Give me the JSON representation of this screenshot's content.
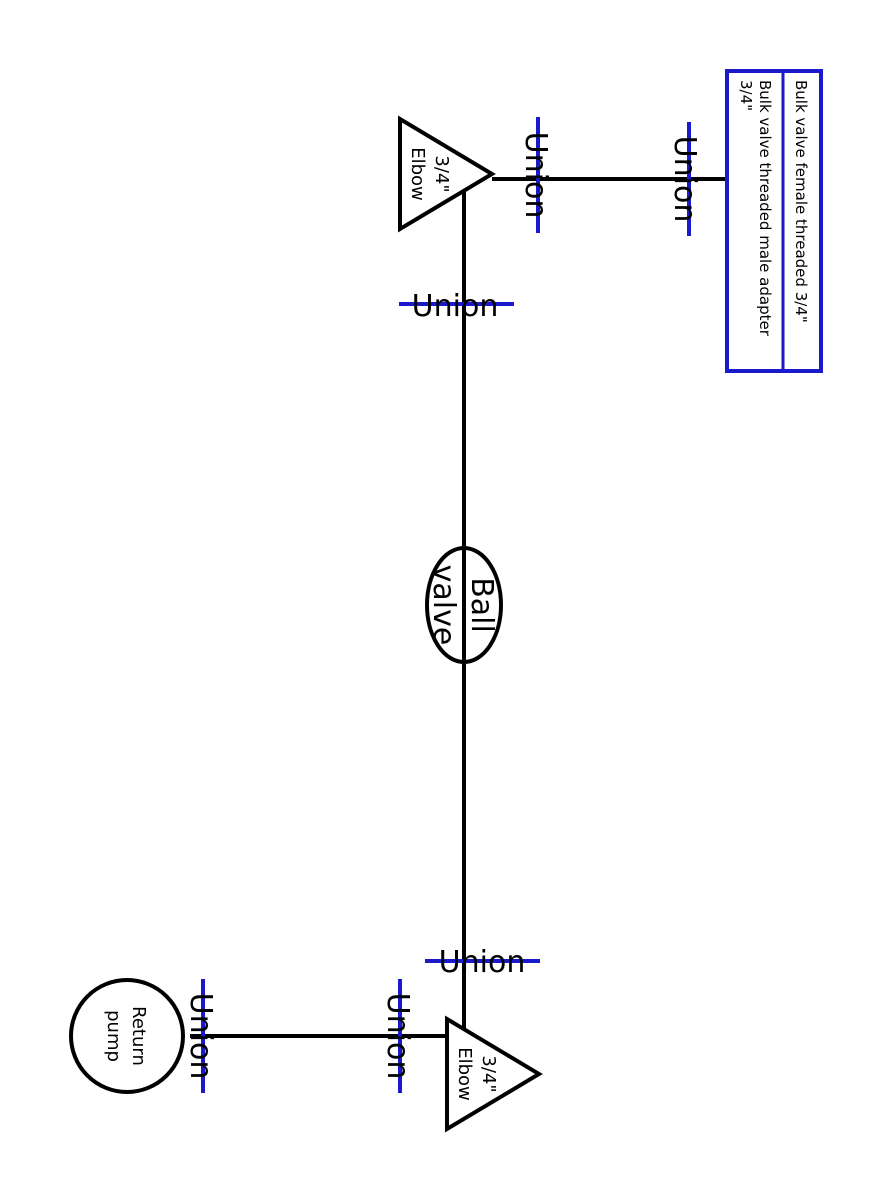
{
  "colors": {
    "pipe": "#000000",
    "union": "#1a1acc",
    "bulk_box": "#1a1acc"
  },
  "components": {
    "bulk_valve": {
      "line1": "Bulk valve female threaded 3/4\"",
      "line2a": "Bulk valve threaded male adapter",
      "line2b": "3/4\""
    },
    "elbow_top": {
      "size": "3/4\"",
      "name": "Elbow"
    },
    "elbow_bottom": {
      "size": "3/4\"",
      "name": "Elbow"
    },
    "ball_valve": {
      "line1": "Ball",
      "line2": "valve"
    },
    "return_pump": {
      "line1": "Return",
      "line2": "pump"
    },
    "unions": {
      "top_right": "Union",
      "top_middle": "Union",
      "vertical_top": "Union",
      "vertical_bottom": "Union",
      "bottom_middle": "Union",
      "bottom_left": "Union"
    }
  }
}
